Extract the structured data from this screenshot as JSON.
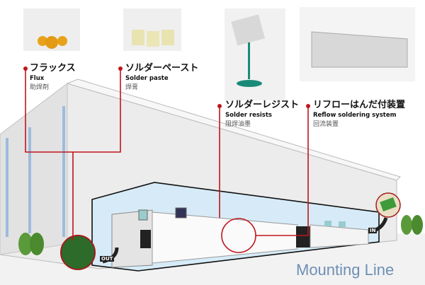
{
  "callouts": [
    {
      "jp": "フラックス",
      "en": "Flux",
      "zh": "助焊剤"
    },
    {
      "jp": "ソルダーペースト",
      "en": "Solder paste",
      "zh": "焊膏"
    },
    {
      "jp": "ソルダーレジスト",
      "en": "Solder resists",
      "zh": "阻焊油墨"
    },
    {
      "jp": "リフローはんだ付装置",
      "en": "Reflow soldering system",
      "zh": "回流装置"
    }
  ],
  "title": "Mounting Line",
  "arrows": {
    "out": "OUT",
    "in": "IN"
  },
  "colors": {
    "accent": "#c0141c",
    "title": "#6e8fb5",
    "room": "#d6ebf7"
  }
}
